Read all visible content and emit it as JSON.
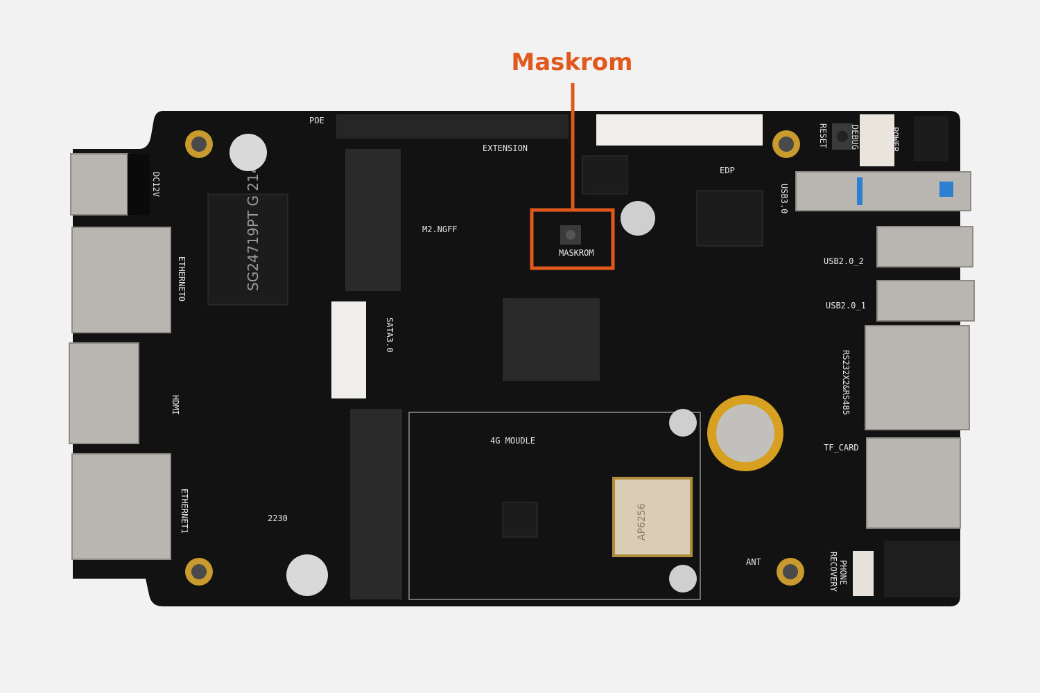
{
  "annotation": {
    "label": "Maskrom",
    "color": "#e0581c"
  },
  "board_labels": {
    "poe": "POE",
    "extension": "EXTENSION",
    "edp": "EDP",
    "reset": "RESET",
    "debug": "DEBUG",
    "power": "POWER",
    "usb3": "USB3.0",
    "usb2_2": "USB2.0_2",
    "usb2_1": "USB2.0_1",
    "rs": "RS232X2&RS485",
    "tf_card": "TF_CARD",
    "phone": "PHONE",
    "recovery": "RECOVERY",
    "ant": "ANT",
    "module_4g": "4G MOUDLE",
    "maskrom": "MASKROM",
    "m2": "M2.NGFF",
    "sata": "SATA3.0",
    "dc12v": "DC12V",
    "ethernet0": "ETHERNET0",
    "hdmi": "HDMI",
    "ethernet1": "ETHERNET1",
    "size_2230": "2230"
  },
  "chip_markings": {
    "eth_chip": "SG24719PT G 2145",
    "wifi_module": "AP6256"
  }
}
